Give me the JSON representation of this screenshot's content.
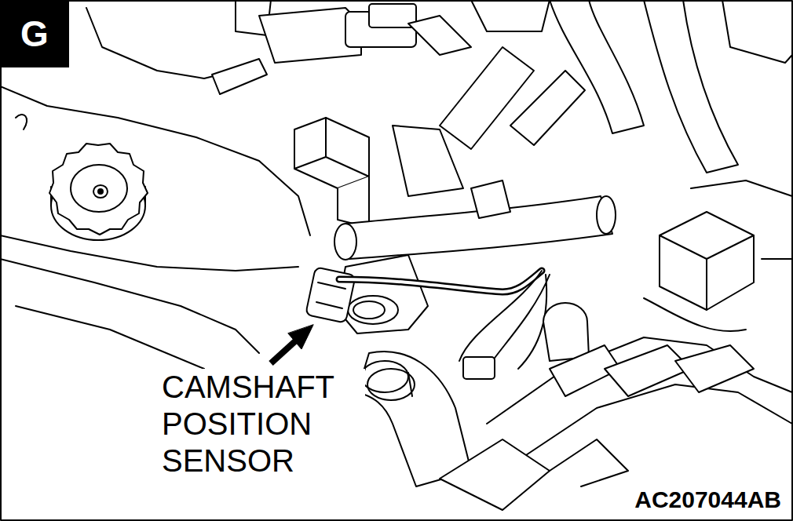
{
  "diagram": {
    "nodes": [
      {
        "text": [
          "G"
        ]
      }
    ],
    "labels": [
      "CAMSHAFT POSITION SENSOR",
      "AC207044AB"
    ]
  }
}
